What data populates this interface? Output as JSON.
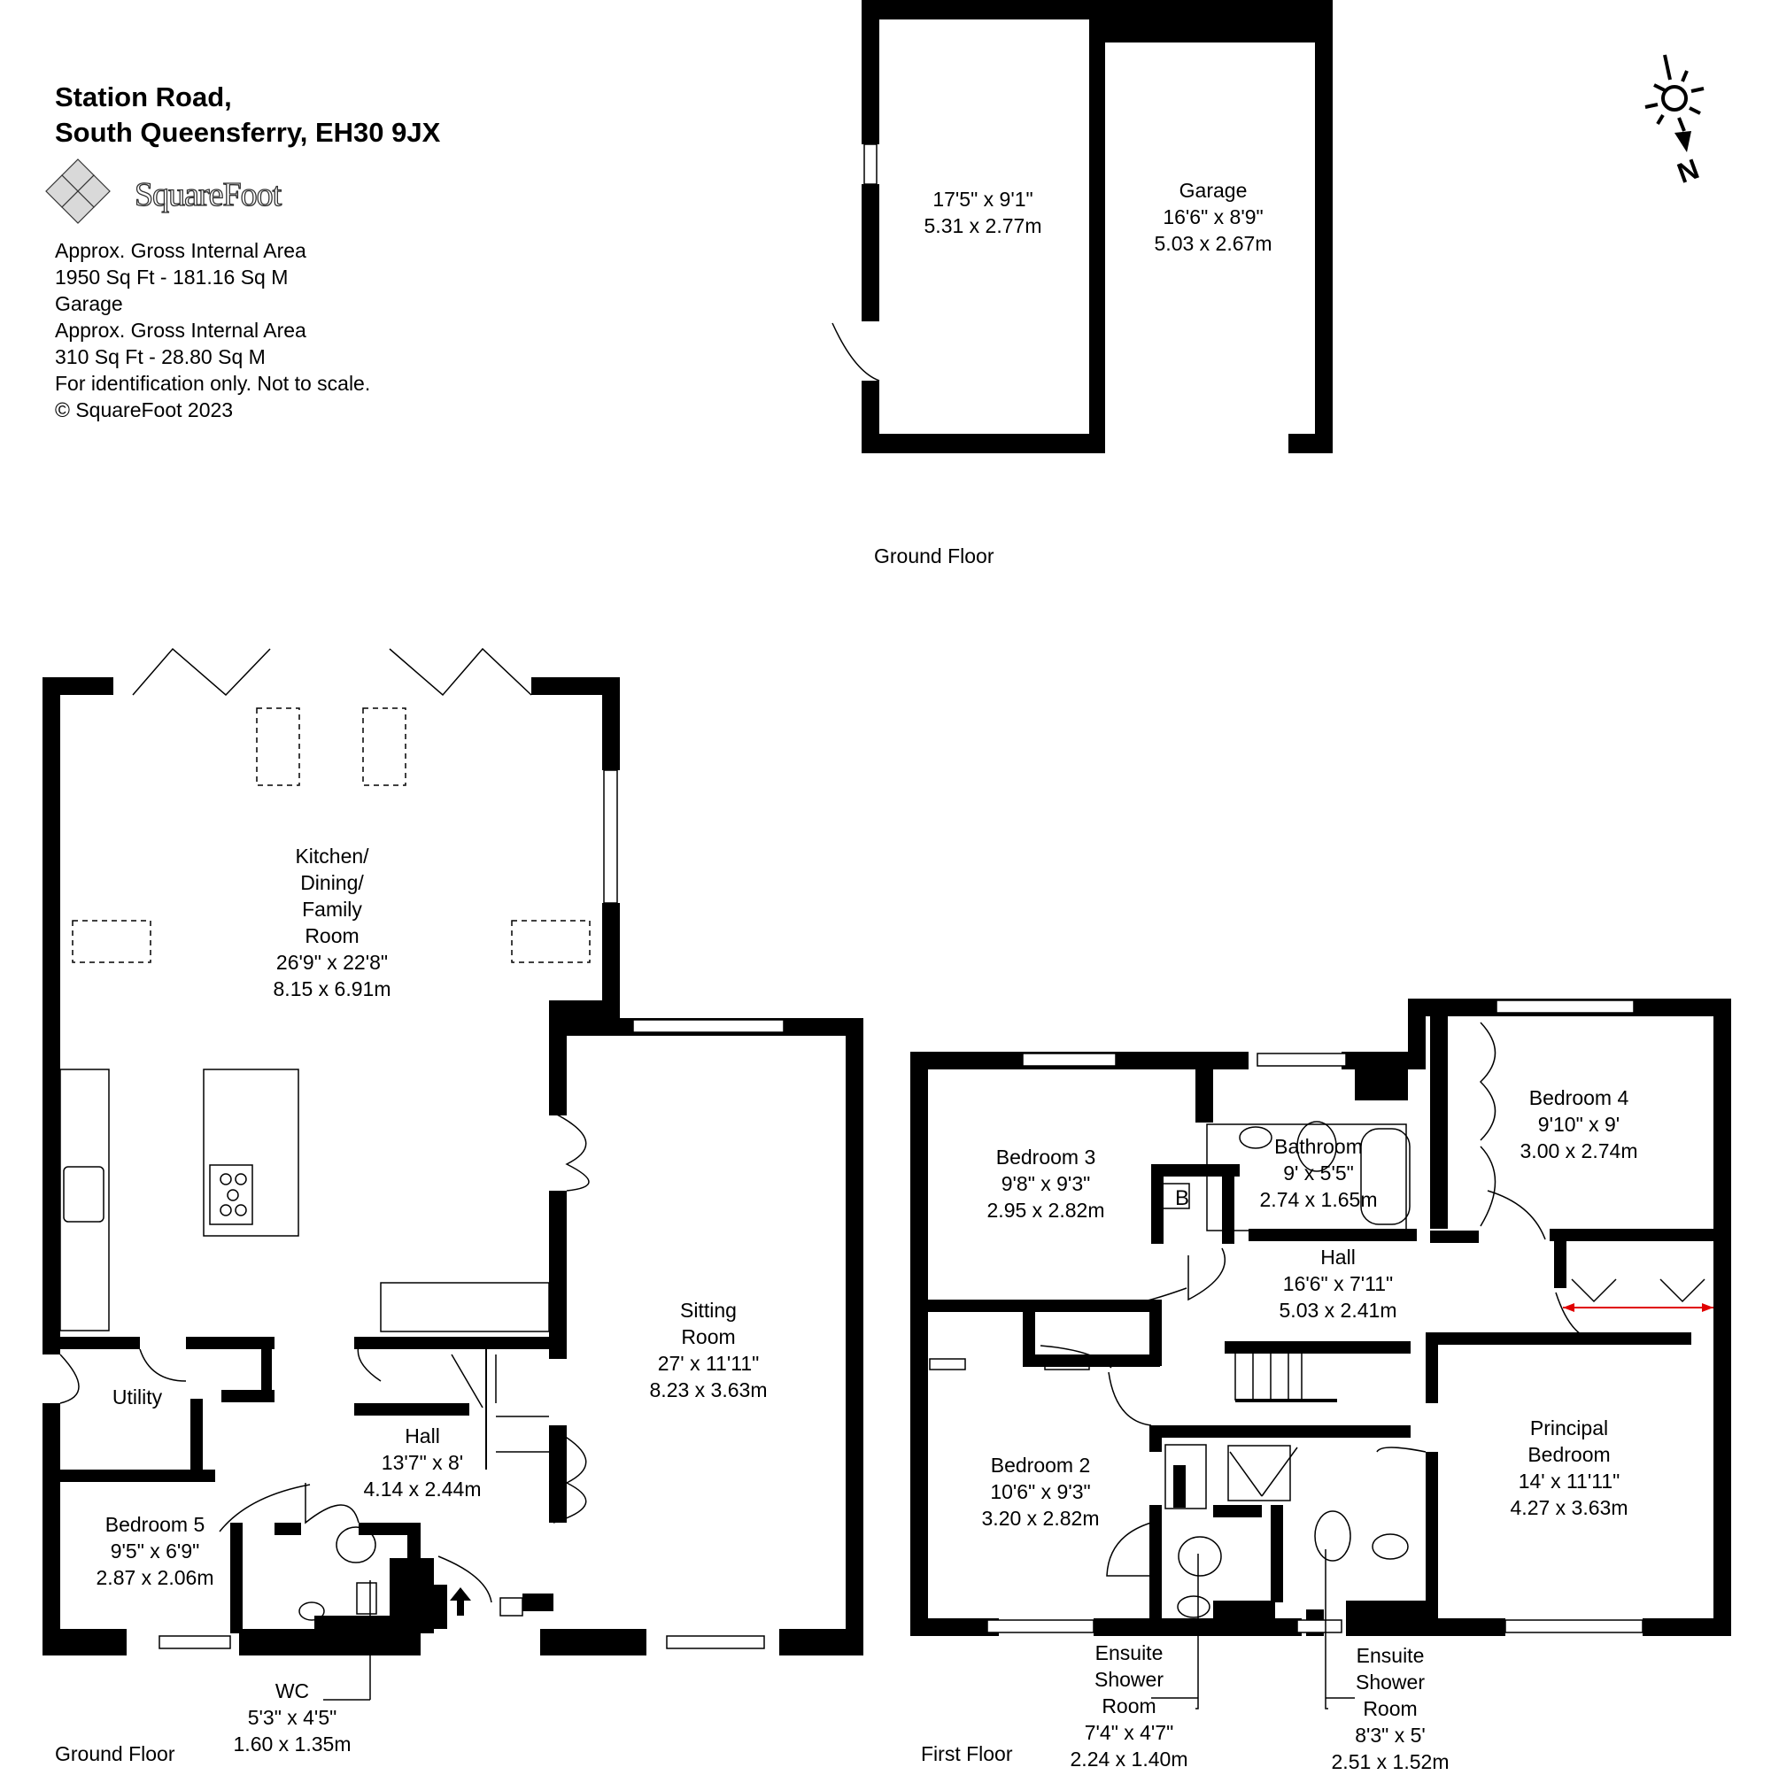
{
  "header": {
    "address_line1": "Station Road,",
    "address_line2": "South Queensferry, EH30 9JX",
    "logo_text": "SquareFoot"
  },
  "area_info": {
    "line1": "Approx. Gross Internal Area",
    "line2": "1950 Sq Ft  -  181.16 Sq M",
    "line3": "Garage",
    "line4": "Approx. Gross Internal Area",
    "line5": "310 Sq Ft  -  28.80 Sq M",
    "line6": "For identification only. Not to scale.",
    "line7": "© SquareFoot 2023"
  },
  "compass": {
    "label": "N",
    "icon": "sun-compass-icon"
  },
  "floors": {
    "garage_floor_label": "Ground Floor",
    "ground_floor_label": "Ground Floor",
    "first_floor_label": "First Floor"
  },
  "garage_block": {
    "store": {
      "name": "",
      "imperial": "17'5\" x 9'1\"",
      "metric": "5.31 x 2.77m"
    },
    "garage": {
      "name": "Garage",
      "imperial": "16'6\" x 8'9\"",
      "metric": "5.03 x 2.67m"
    }
  },
  "ground_floor": {
    "kitchen": {
      "name_l1": "Kitchen/",
      "name_l2": "Dining/",
      "name_l3": "Family",
      "name_l4": "Room",
      "imperial": "26'9\" x 22'8\"",
      "metric": "8.15 x 6.91m"
    },
    "sitting": {
      "name_l1": "Sitting",
      "name_l2": "Room",
      "imperial": "27' x 11'11\"",
      "metric": "8.23 x 3.63m"
    },
    "utility": {
      "name": "Utility"
    },
    "hall": {
      "name": "Hall",
      "imperial": "13'7\" x 8'",
      "metric": "4.14 x 2.44m"
    },
    "bedroom5": {
      "name": "Bedroom 5",
      "imperial": "9'5\" x 6'9\"",
      "metric": "2.87 x 2.06m"
    },
    "wc": {
      "name": "WC",
      "imperial": "5'3\" x 4'5\"",
      "metric": "1.60 x 1.35m"
    }
  },
  "first_floor": {
    "bedroom3": {
      "name": "Bedroom 3",
      "imperial": "9'8\" x 9'3\"",
      "metric": "2.95 x 2.82m"
    },
    "bathroom": {
      "name": "Bathroom",
      "imperial": "9' x 5'5\"",
      "metric": "2.74 x 1.65m"
    },
    "boiler": {
      "name": "B"
    },
    "bedroom4": {
      "name": "Bedroom 4",
      "imperial": "9'10\" x 9'",
      "metric": "3.00 x 2.74m"
    },
    "hall": {
      "name": "Hall",
      "imperial": "16'6\" x 7'11\"",
      "metric": "5.03 x 2.41m"
    },
    "bedroom2": {
      "name": "Bedroom 2",
      "imperial": "10'6\" x 9'3\"",
      "metric": "3.20 x 2.82m"
    },
    "principal": {
      "name_l1": "Principal",
      "name_l2": "Bedroom",
      "imperial": "14' x 11'11\"",
      "metric": "4.27 x 3.63m"
    },
    "ensuite1": {
      "name_l1": "Ensuite",
      "name_l2": "Shower",
      "name_l3": "Room",
      "imperial": "7'4\" x 4'7\"",
      "metric": "2.24 x 1.40m"
    },
    "ensuite2": {
      "name_l1": "Ensuite",
      "name_l2": "Shower",
      "name_l3": "Room",
      "imperial": "8'3\" x 5'",
      "metric": "2.51 x 1.52m"
    }
  },
  "colors": {
    "wall": "#000000",
    "dimension_line": "#e00000",
    "logo_fill": "#d9d9d9"
  }
}
